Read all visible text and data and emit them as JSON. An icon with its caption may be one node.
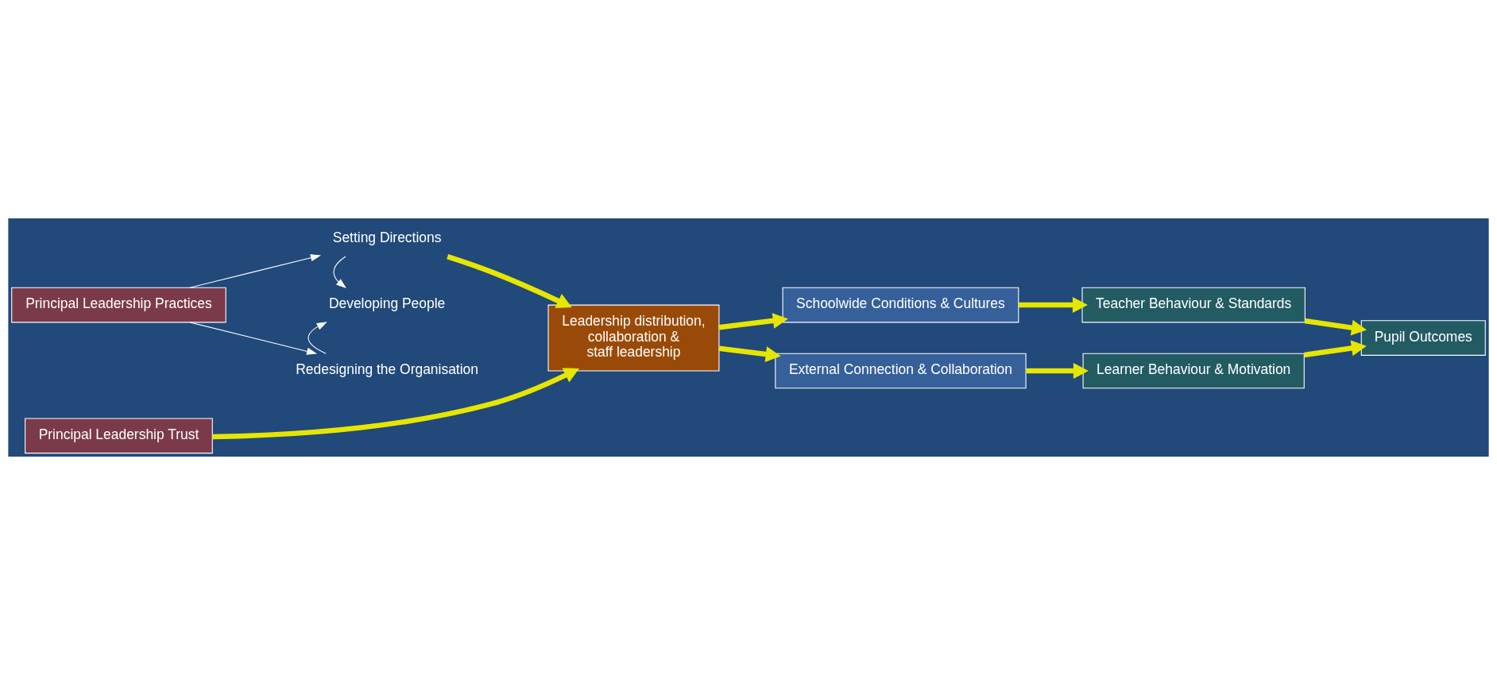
{
  "diagram": {
    "nodes": [
      {
        "text": [
          "Principal Leadership Practices"
        ]
      },
      {
        "text": [
          "Setting Directions"
        ]
      },
      {
        "text": [
          "Developing People"
        ]
      },
      {
        "text": [
          "Redesigning the Organisation"
        ]
      },
      {
        "text": [
          "Principal Leadership Trust"
        ]
      },
      {
        "text": [
          "Leadership distribution,",
          "collaboration &",
          "staff leadership"
        ]
      },
      {
        "text": [
          "Schoolwide Conditions & Cultures"
        ]
      },
      {
        "text": [
          "External Connection & Collaboration"
        ]
      },
      {
        "text": [
          "Teacher Behaviour & Standards"
        ]
      },
      {
        "text": [
          "Learner Behaviour & Motivation"
        ]
      },
      {
        "text": [
          "Pupil Outcomes"
        ]
      }
    ],
    "edges": [
      {
        "from": 0,
        "to": 1,
        "arrow": "to",
        "color": "#ffffff"
      },
      {
        "from": 0,
        "to": 3,
        "arrow": "to",
        "color": "#ffffff"
      },
      {
        "from": 1,
        "to": 2,
        "arrow": "to",
        "color": "#ffffff"
      },
      {
        "from": 3,
        "to": 2,
        "arrow": "to",
        "color": "#ffffff"
      },
      {
        "from": 1,
        "to": 5,
        "arrow": "to"
      },
      {
        "from": 4,
        "to": 5,
        "arrow": "to"
      },
      {
        "from": 5,
        "to": 6,
        "arrow": "to"
      },
      {
        "from": 5,
        "to": 7,
        "arrow": "to"
      },
      {
        "from": 6,
        "to": 8,
        "arrow": "to"
      },
      {
        "from": 7,
        "to": 9,
        "arrow": "to"
      },
      {
        "from": 8,
        "to": 10,
        "arrow": "to"
      },
      {
        "from": 9,
        "to": 10,
        "arrow": "to"
      }
    ]
  }
}
